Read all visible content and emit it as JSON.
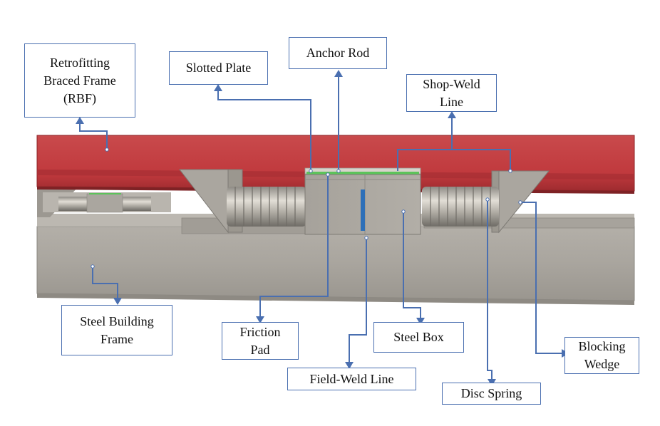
{
  "labels": {
    "rbf": "Retrofitting\nBraced Frame\n(RBF)",
    "slotted_plate": "Slotted Plate",
    "anchor_rod": "Anchor Rod",
    "shop_weld": "Shop-Weld\nLine",
    "steel_building": "Steel Building\nFrame",
    "friction_pad": "Friction\nPad",
    "field_weld": "Field-Weld Line",
    "steel_box": "Steel Box",
    "disc_spring": "Disc Spring",
    "blocking_wedge": "Blocking\nWedge"
  },
  "colors": {
    "rbf_red": "#c0393d",
    "steel_gray": "#a8a49c",
    "friction_green": "#5cc35a",
    "weld_blue": "#2d6fb8",
    "leader_blue": "#4a6fb0"
  }
}
